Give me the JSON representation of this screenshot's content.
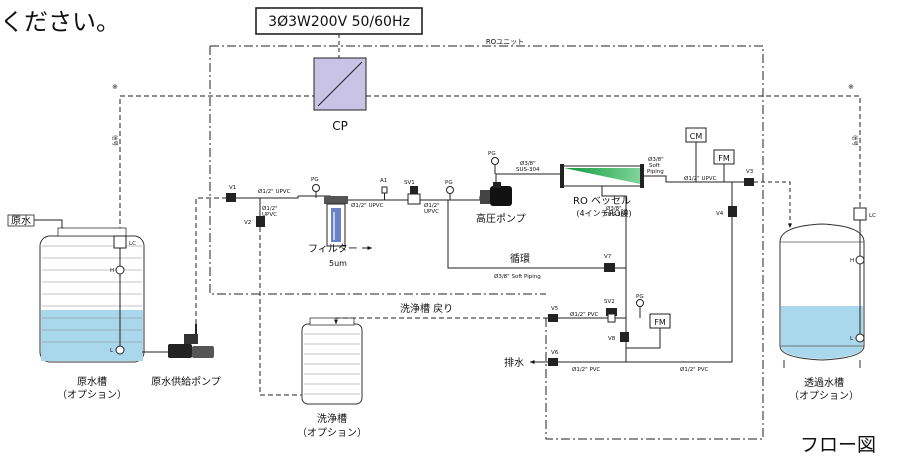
{
  "header_fragment": "ください。",
  "figure_label": "フロー図",
  "power_supply": "3Ø3W200V  50/60Hz",
  "ro_unit": "ROユニット",
  "cp": "CP",
  "signal_left": "信号",
  "signal_right": "信号",
  "note_left": "※",
  "note_right": "※",
  "raw_water_in": "原水",
  "raw_tank": {
    "name": "原水槽",
    "option": "（オプション）"
  },
  "feed_pump": "原水供給ポンプ",
  "wash_tank": {
    "name": "洗浄槽",
    "option": "（オプション）"
  },
  "permeate_tank": {
    "name": "透過水槽",
    "option": "（オプション）"
  },
  "filter": {
    "name": "フィルター",
    "size": "5um"
  },
  "hp_pump": "高圧ポンプ",
  "ro_vessel": {
    "name": "RO ベッセル",
    "sub": "(4インチRO膜)"
  },
  "circulation": "循環",
  "wash_return": "洗浄槽 戻り",
  "drain": "排水",
  "valves": {
    "v1": "V1",
    "v2": "V2",
    "v3": "V3",
    "v4": "V4",
    "v5": "V5",
    "v6": "V6",
    "v7": "V7",
    "v8": "V8",
    "sv1": "SV1",
    "sv2": "SV2"
  },
  "gauges": {
    "pg": "PG",
    "a1": "A1"
  },
  "instruments": {
    "cm": "CM",
    "fm1": "FM",
    "fm2": "FM"
  },
  "level": {
    "lc": "LC",
    "h": "H",
    "l": "L"
  },
  "pipes": {
    "upvc_half": "Ø1/2\" UPVC",
    "upvc_half_1": "Ø1/2\"",
    "upvc_half_2": "UPVC",
    "sus_3_8_1": "Ø3/8\"",
    "sus_3_8_2": "SUS-304",
    "soft_1": "Ø3/8\"",
    "soft_2": "Soft",
    "soft_3": "Piping",
    "soft_piping": "Ø3/8\" Soft Piping",
    "pvc_half": "Ø1/2\" PVC"
  }
}
